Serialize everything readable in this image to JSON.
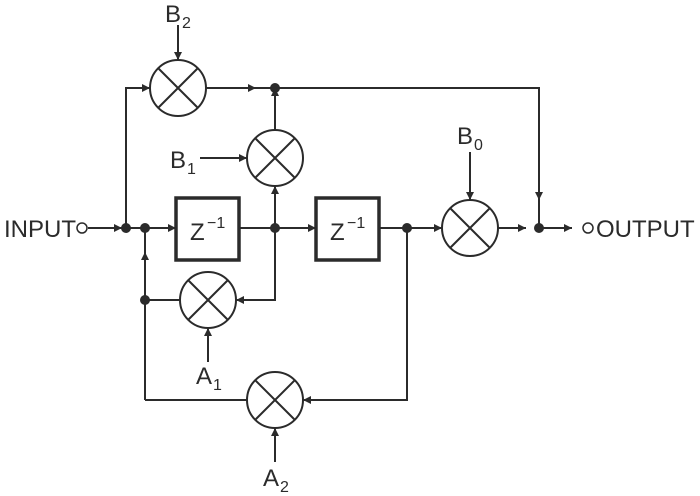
{
  "labels": {
    "input": "INPUT",
    "output": "OUTPUT",
    "delay1": {
      "base": "Z",
      "exp": "−1"
    },
    "delay2": {
      "base": "Z",
      "exp": "−1"
    },
    "b0": {
      "base": "B",
      "sub": "0"
    },
    "b1": {
      "base": "B",
      "sub": "1"
    },
    "b2": {
      "base": "B",
      "sub": "2"
    },
    "a1": {
      "base": "A",
      "sub": "1"
    },
    "a2": {
      "base": "A",
      "sub": "2"
    }
  }
}
